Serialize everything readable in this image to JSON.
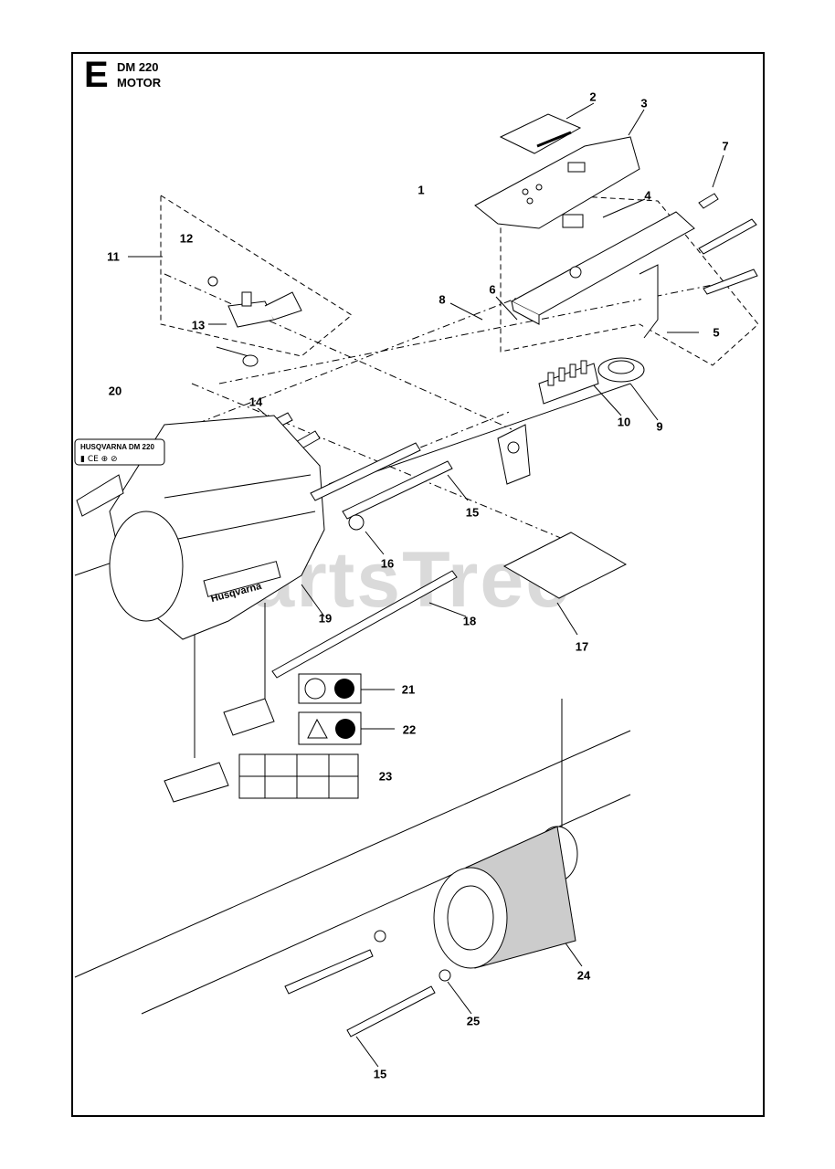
{
  "header": {
    "section_letter": "E",
    "model": "DM 220",
    "group": "MOTOR"
  },
  "watermark": "PartsTree",
  "decals": {
    "model_decal": "HUSQVARNA DM 220",
    "brand_decal": "Husqvarna"
  },
  "callouts": [
    {
      "id": "c1",
      "label": "1"
    },
    {
      "id": "c2",
      "label": "2"
    },
    {
      "id": "c3",
      "label": "3"
    },
    {
      "id": "c4",
      "label": "4"
    },
    {
      "id": "c5",
      "label": "5"
    },
    {
      "id": "c6",
      "label": "6"
    },
    {
      "id": "c7",
      "label": "7"
    },
    {
      "id": "c8",
      "label": "8"
    },
    {
      "id": "c9",
      "label": "9"
    },
    {
      "id": "c10",
      "label": "10"
    },
    {
      "id": "c11",
      "label": "11"
    },
    {
      "id": "c12",
      "label": "12"
    },
    {
      "id": "c13",
      "label": "13"
    },
    {
      "id": "c14",
      "label": "14"
    },
    {
      "id": "c15a",
      "label": "15"
    },
    {
      "id": "c15b",
      "label": "15"
    },
    {
      "id": "c16",
      "label": "16"
    },
    {
      "id": "c17",
      "label": "17"
    },
    {
      "id": "c18",
      "label": "18"
    },
    {
      "id": "c19",
      "label": "19"
    },
    {
      "id": "c20",
      "label": "20"
    },
    {
      "id": "c21",
      "label": "21"
    },
    {
      "id": "c22",
      "label": "22"
    },
    {
      "id": "c23",
      "label": "23"
    },
    {
      "id": "c24",
      "label": "24"
    },
    {
      "id": "c25",
      "label": "25"
    }
  ]
}
